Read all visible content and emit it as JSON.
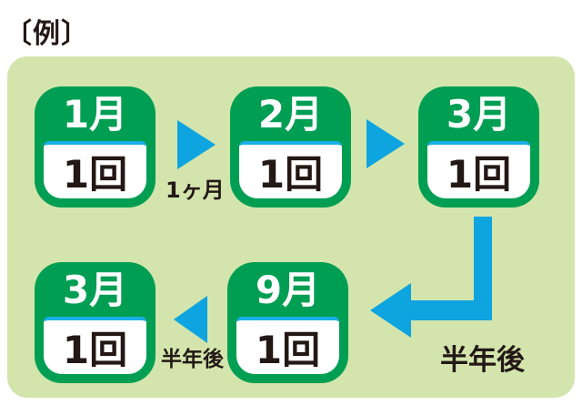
{
  "title": "〔例〕",
  "calendars": [
    {
      "id": "jan",
      "month": "1月",
      "count": "1回"
    },
    {
      "id": "feb",
      "month": "2月",
      "count": "1回"
    },
    {
      "id": "mar-top",
      "month": "3月",
      "count": "1回"
    },
    {
      "id": "mar-bottom",
      "month": "3月",
      "count": "1回"
    },
    {
      "id": "sep",
      "month": "9月",
      "count": "1回"
    }
  ],
  "labels": {
    "one_month": "1ヶ月",
    "half_year_small": "半年後",
    "half_year_big": "半年後"
  },
  "icons": {
    "arrow_jan_feb": "arrow-right",
    "arrow_feb_mar": "arrow-right",
    "arrow_mar_sep": "arrow-down-then-left",
    "arrow_sep_mar": "arrow-left"
  },
  "flow": "1月(1回) → 1ヶ月 → 2月(1回) → 3月(1回) → 半年後 → 9月(1回) → 半年後 → 3月(1回)",
  "colors": {
    "panel_bg": "#d3e5ac",
    "calendar_green": "#009e53",
    "arrow_blue": "#0da4df",
    "divider_blue": "#19aee8",
    "card_white": "#ffffff",
    "text_black": "#231815"
  }
}
